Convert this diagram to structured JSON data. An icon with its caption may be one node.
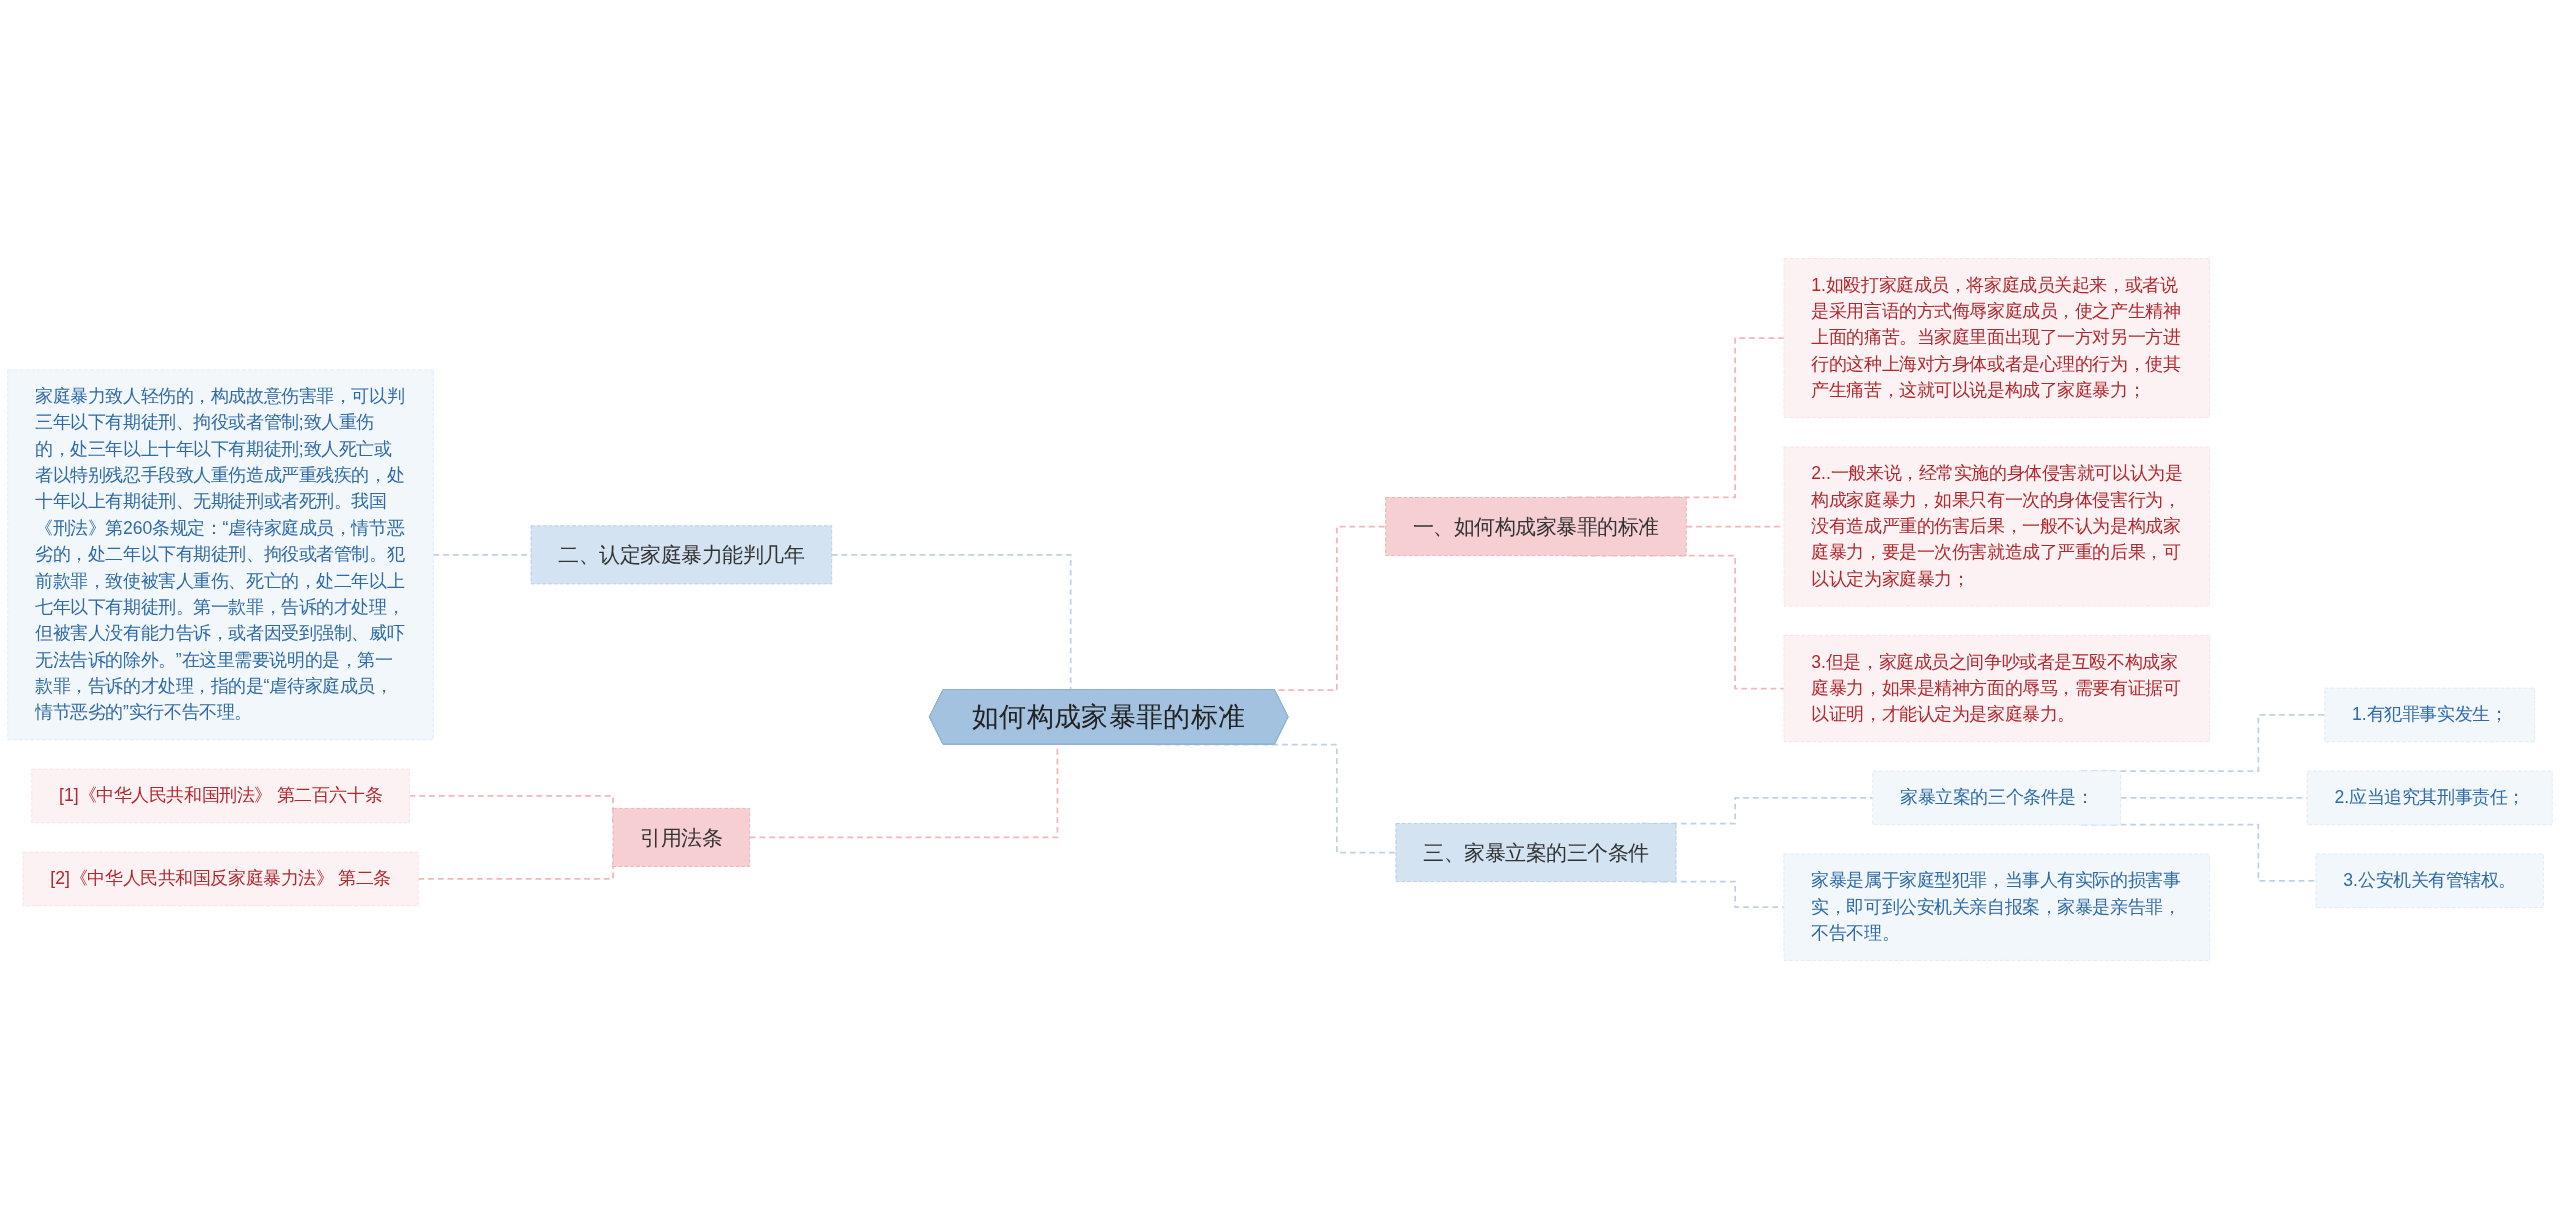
{
  "diagram": {
    "nodes": [
      {
        "text": [
          "如何构成家暴罪的标准"
        ]
      },
      {
        "text": [
          "一、如何构成家暴罪的标准"
        ]
      },
      {
        "text": [
          "1.如殴打家庭成员，将家庭成员关起来，或者说是采用言语的方式侮辱家庭成员，使之产生精神上面的痛苦。当家庭里面出现了一方对另一方进行的这种上海对方身体或者是心理的行为，使其产生痛苦，这就可以说是构成了家庭暴力；"
        ]
      },
      {
        "text": [
          "2..一般来说，经常实施的身体侵害就可以认为是构成家庭暴力，如果只有一次的身体侵害行为，没有造成严重的伤害后果，一般不认为是构成家庭暴力，要是一次伤害就造成了严重的后果，可以认定为家庭暴力；"
        ]
      },
      {
        "text": [
          "3.但是，家庭成员之间争吵或者是互殴不构成家庭暴力，如果是精神方面的辱骂，需要有证据可以证明，才能认定为是家庭暴力。"
        ]
      },
      {
        "text": [
          "三、家暴立案的三个条件"
        ]
      },
      {
        "text": [
          "家暴立案的三个条件是："
        ]
      },
      {
        "text": [
          "1.有犯罪事实发生；"
        ]
      },
      {
        "text": [
          "2.应当追究其刑事责任；"
        ]
      },
      {
        "text": [
          "3.公安机关有管辖权。"
        ]
      },
      {
        "text": [
          "家暴是属于家庭型犯罪，当事人有实际的损害事实，即可到公安机关亲自报案，家暴是亲告罪，不告不理。"
        ]
      },
      {
        "text": [
          "二、认定家庭暴力能判几年"
        ]
      },
      {
        "text": [
          "家庭暴力致人轻伤的，构成故意伤害罪，可以判三年以下有期徒刑、拘役或者管制;致人重伤的，处三年以上十年以下有期徒刑;致人死亡或者以特别残忍手段致人重伤造成严重残疾的，处十年以上有期徒刑、无期徒刑或者死刑。我国《刑法》第260条规定：“虐待家庭成员，情节恶劣的，处二年以下有期徒刑、拘役或者管制。犯前款罪，致使被害人重伤、死亡的，处二年以上七年以下有期徒刑。第一款罪，告诉的才处理，但被害人没有能力告诉，或者因受到强制、威吓无法告诉的除外。”在这里需要说明的是，第一款罪，告诉的才处理，指的是“虐待家庭成员，情节恶劣的”实行不告不理。"
        ]
      },
      {
        "text": [
          "引用法条"
        ]
      },
      {
        "text": [
          "[1]《中华人民共和国刑法》 第二百六十条"
        ]
      },
      {
        "text": [
          "[2]《中华人民共和国反家庭暴力法》 第二条"
        ]
      }
    ],
    "edges": [
      {
        "from": 0,
        "to": 1,
        "arrow": "none",
        "style": "dashed",
        "color": "#f2b6bb"
      },
      {
        "from": 1,
        "to": 2,
        "arrow": "none",
        "style": "dashed",
        "color": "#f2b6bb"
      },
      {
        "from": 1,
        "to": 3,
        "arrow": "none",
        "style": "dashed",
        "color": "#f2b6bb"
      },
      {
        "from": 1,
        "to": 4,
        "arrow": "none",
        "style": "dashed",
        "color": "#f2b6bb"
      },
      {
        "from": 0,
        "to": 5,
        "arrow": "none",
        "style": "dashed",
        "color": "#bfd2e5"
      },
      {
        "from": 5,
        "to": 6,
        "arrow": "none",
        "style": "dashed",
        "color": "#bfd2e5"
      },
      {
        "from": 6,
        "to": 7,
        "arrow": "none",
        "style": "dashed",
        "color": "#bfd2e5"
      },
      {
        "from": 6,
        "to": 8,
        "arrow": "none",
        "style": "dashed",
        "color": "#bfd2e5"
      },
      {
        "from": 6,
        "to": 9,
        "arrow": "none",
        "style": "dashed",
        "color": "#bfd2e5"
      },
      {
        "from": 5,
        "to": 10,
        "arrow": "none",
        "style": "dashed",
        "color": "#bfd2e5"
      },
      {
        "from": 11,
        "to": 0,
        "arrow": "none",
        "style": "dashed",
        "color": "#bfd2e5"
      },
      {
        "from": 12,
        "to": 11,
        "arrow": "none",
        "style": "dashed",
        "color": "#bfd2e5"
      },
      {
        "from": 13,
        "to": 0,
        "arrow": "none",
        "style": "dashed",
        "color": "#f2b6bb"
      },
      {
        "from": 14,
        "to": 13,
        "arrow": "none",
        "style": "dashed",
        "color": "#f2b6bb"
      },
      {
        "from": 15,
        "to": 13,
        "arrow": "none",
        "style": "dashed",
        "color": "#f2b6bb"
      }
    ]
  }
}
